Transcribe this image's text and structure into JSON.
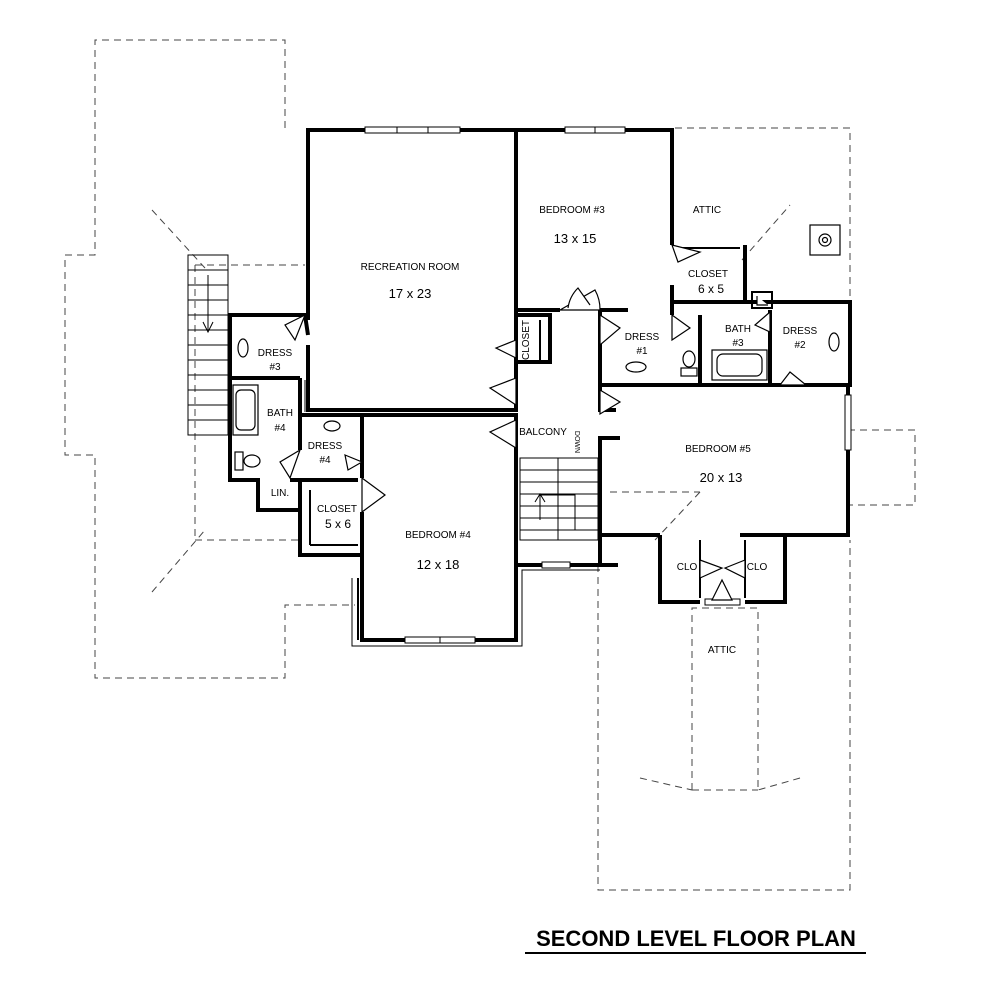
{
  "title": "SECOND LEVEL FLOOR PLAN",
  "rooms": {
    "recreation_room": {
      "name": "RECREATION ROOM",
      "size": "17 x 23"
    },
    "bedroom3": {
      "name": "BEDROOM #3",
      "size": "13 x 15"
    },
    "bedroom4": {
      "name": "BEDROOM #4",
      "size": "12 x 18"
    },
    "bedroom5": {
      "name": "BEDROOM #5",
      "size": "20 x 13"
    },
    "closet_6x5": {
      "name": "CLOSET",
      "size": "6 x 5"
    },
    "closet_5x6": {
      "name": "CLOSET",
      "size": "5 x 6"
    },
    "closet_hall": {
      "name": "CLOSET"
    },
    "bath3": {
      "name": "BATH",
      "num": "#3"
    },
    "bath4": {
      "name": "BATH",
      "num": "#4"
    },
    "dress1": {
      "name": "DRESS",
      "num": "#1"
    },
    "dress2": {
      "name": "DRESS",
      "num": "#2"
    },
    "dress3": {
      "name": "DRESS",
      "num": "#3"
    },
    "dress4": {
      "name": "DRESS",
      "num": "#4"
    },
    "linen": {
      "name": "LIN."
    },
    "clo_left": {
      "name": "CLO"
    },
    "clo_right": {
      "name": "CLO"
    },
    "balcony": {
      "name": "BALCONY"
    },
    "attic_top": {
      "name": "ATTIC"
    },
    "attic_bottom": {
      "name": "ATTIC"
    },
    "stair_down": {
      "name": "DOWN"
    }
  }
}
